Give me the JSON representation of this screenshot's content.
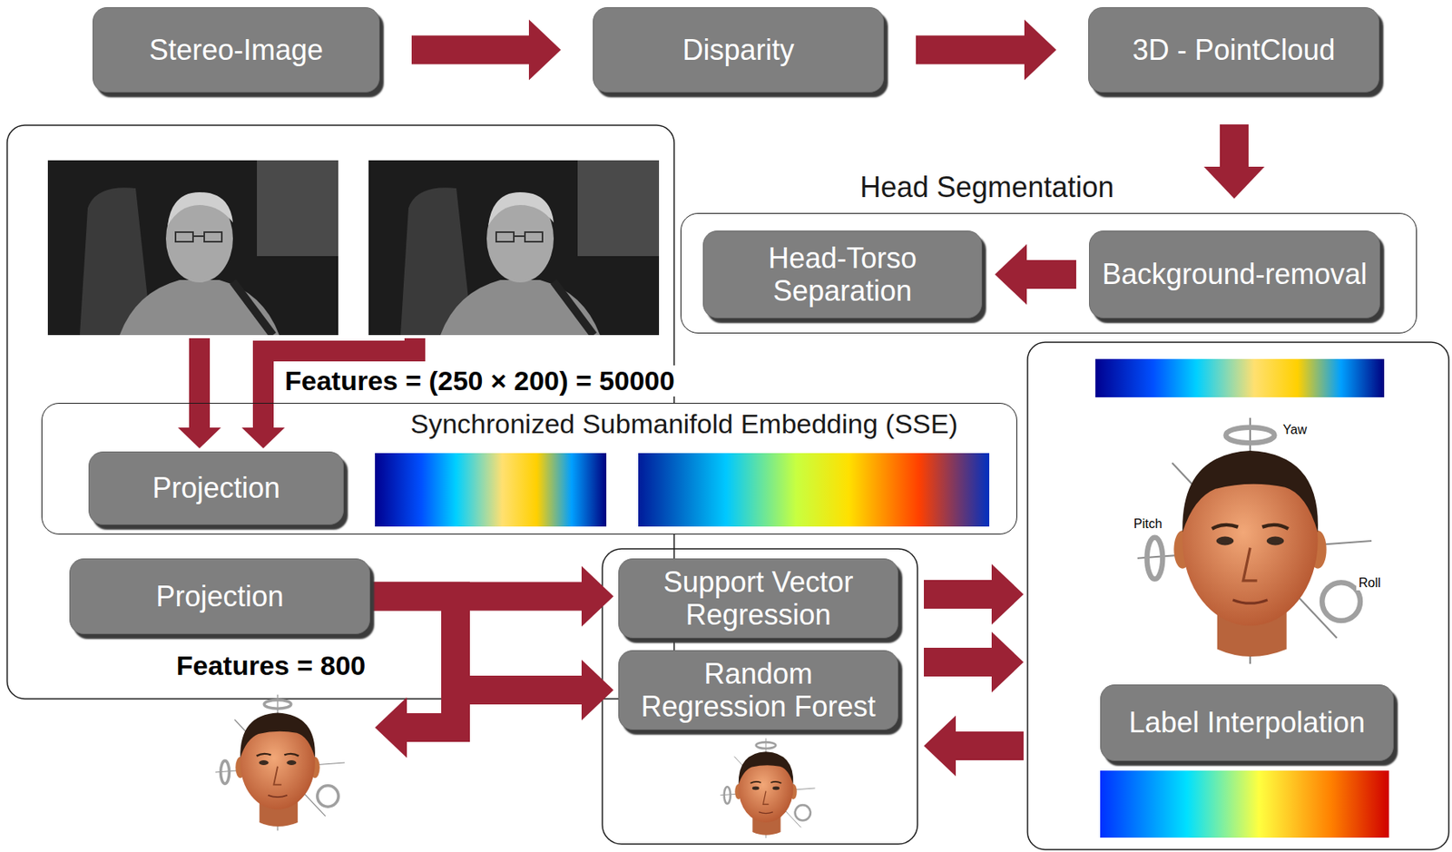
{
  "diagram": {
    "nodes": [
      {
        "text": [
          "Stereo-Image"
        ]
      },
      {
        "text": [
          "Disparity"
        ]
      },
      {
        "text": [
          "3D - PointCloud"
        ]
      },
      {
        "text": [
          "Head Segmentation"
        ]
      },
      {
        "text": [
          "Head-Torso Separation"
        ],
        "in": 3
      },
      {
        "text": [
          "Background-removal"
        ],
        "in": 3
      },
      {
        "text": [
          "Synchronized Submanifold Embedding (SSE)"
        ]
      },
      {
        "text": [
          "Projection"
        ],
        "in": 6
      },
      {
        "text": [
          "Projection"
        ]
      },
      {
        "text": [
          "Support Vector Regression"
        ]
      },
      {
        "text": [
          "Random Regression Forest"
        ]
      },
      {
        "text": [
          "Label Interpolation"
        ]
      }
    ],
    "edges": [
      {
        "from": 0,
        "to": 1,
        "arrow": "to"
      },
      {
        "from": 1,
        "to": 2,
        "arrow": "to"
      },
      {
        "from": 2,
        "to": 5,
        "arrow": "to"
      },
      {
        "from": 5,
        "to": 4,
        "arrow": "to"
      },
      {
        "from": 8,
        "to": 9,
        "arrow": "to"
      },
      {
        "from": 8,
        "to": 10,
        "arrow": "to"
      }
    ],
    "labels": [
      "Features = (250 × 200) = 50000",
      "Features = 800",
      "Yaw",
      "Pitch",
      "Roll"
    ]
  }
}
